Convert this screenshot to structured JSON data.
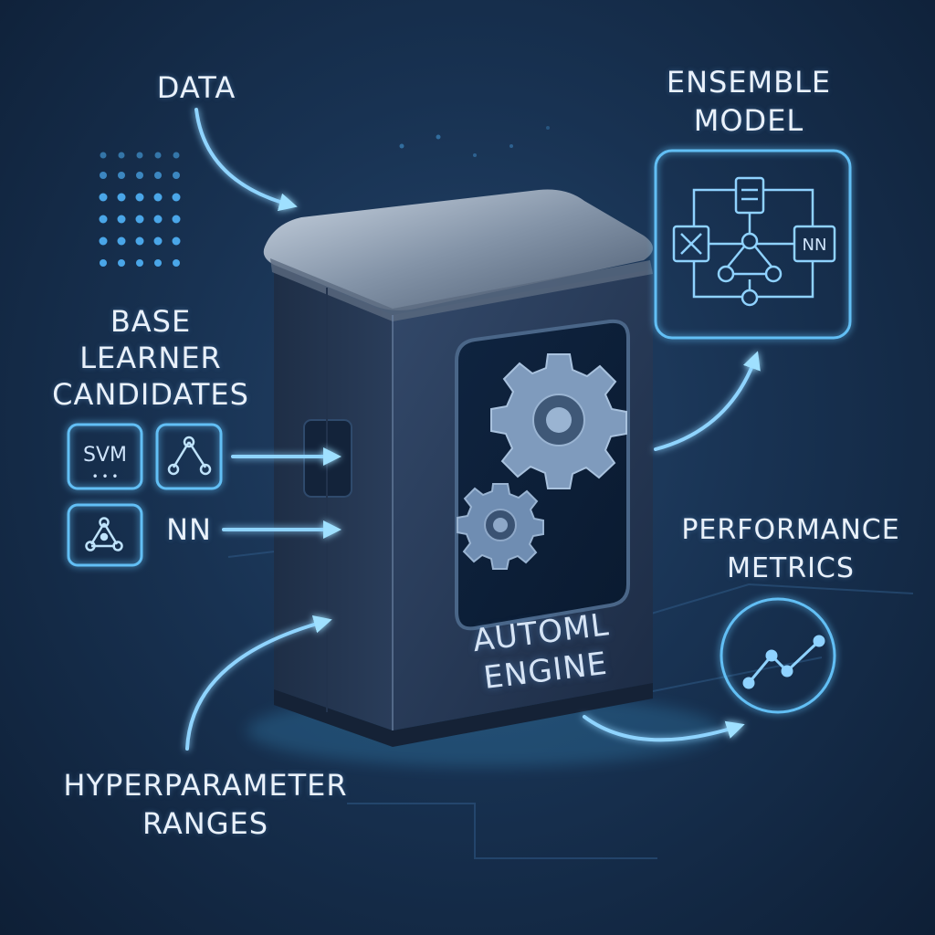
{
  "labels": {
    "data": "DATA",
    "ensemble_line1": "ENSEMBLE",
    "ensemble_line2": "MODEL",
    "base_line1": "BASE",
    "base_line2": "LEARNER",
    "base_line3": "CANDIDATES",
    "nn": "NN",
    "performance_line1": "PERFORMANCE",
    "performance_line2": "METRICS",
    "hyper_line1": "HYPERPARAMETER",
    "hyper_line2": "RANGES"
  },
  "engine": {
    "line1": "AUTOML",
    "line2": "ENGINE"
  },
  "candidates": {
    "svm": "SVM",
    "svm_dots": "• • •"
  },
  "ensemble": {
    "nn_box": "NN"
  },
  "colors": {
    "accent": "#4cc3ff",
    "line": "#8fd4ff",
    "background": "#183252"
  },
  "icons": [
    "gear-icon",
    "svm-icon",
    "tree-icon",
    "graph-icon",
    "line-chart-icon",
    "ensemble-diagram-icon"
  ]
}
